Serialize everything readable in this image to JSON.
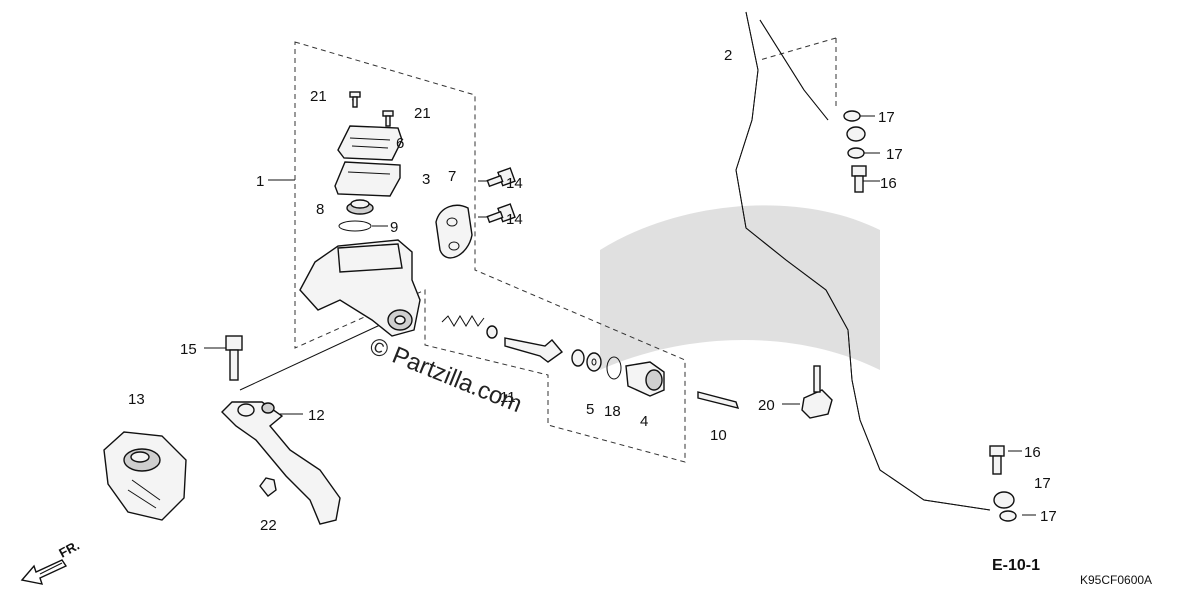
{
  "diagram": {
    "part_numbers": {
      "p1": "1",
      "p2": "2",
      "p3": "3",
      "p4": "4",
      "p5": "5",
      "p6": "6",
      "p7": "7",
      "p8": "8",
      "p9": "9",
      "p10": "10",
      "p11": "11",
      "p12": "12",
      "p13": "13",
      "p14a": "14",
      "p14b": "14",
      "p15": "15",
      "p16a": "16",
      "p16b": "16",
      "p17a": "17",
      "p17b": "17",
      "p17c": "17",
      "p17d": "17",
      "p18": "18",
      "p20": "20",
      "p21a": "21",
      "p21b": "21",
      "p22": "22"
    },
    "reference": "E-10-1",
    "diagram_code": "K95CF0600A",
    "direction_label": "FR.",
    "watermark": "© Partzilla.com"
  }
}
